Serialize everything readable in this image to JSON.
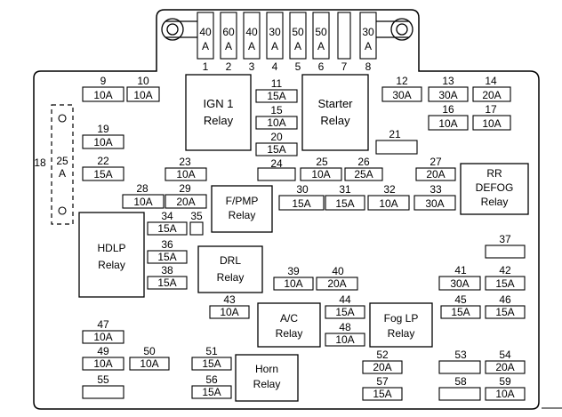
{
  "fuse_box": {
    "maxi_fuses": [
      {
        "id": "1",
        "rating": "40\nA"
      },
      {
        "id": "2",
        "rating": "60\nA"
      },
      {
        "id": "3",
        "rating": "40\nA"
      },
      {
        "id": "4",
        "rating": "30\nA"
      },
      {
        "id": "5",
        "rating": "50\nA"
      },
      {
        "id": "6",
        "rating": "50\nA"
      },
      {
        "id": "7",
        "rating": ""
      },
      {
        "id": "8",
        "rating": "30\nA"
      }
    ],
    "fuses": [
      {
        "id": "9",
        "rating": "10A"
      },
      {
        "id": "10",
        "rating": "10A"
      },
      {
        "id": "11",
        "rating": "15A"
      },
      {
        "id": "12",
        "rating": "30A"
      },
      {
        "id": "13",
        "rating": "30A"
      },
      {
        "id": "14",
        "rating": "20A"
      },
      {
        "id": "15",
        "rating": "10A"
      },
      {
        "id": "16",
        "rating": "10A"
      },
      {
        "id": "17",
        "rating": "10A"
      },
      {
        "id": "19",
        "rating": "10A"
      },
      {
        "id": "20",
        "rating": "15A"
      },
      {
        "id": "21",
        "rating": ""
      },
      {
        "id": "22",
        "rating": "15A"
      },
      {
        "id": "23",
        "rating": "10A"
      },
      {
        "id": "24",
        "rating": ""
      },
      {
        "id": "25",
        "rating": "10A"
      },
      {
        "id": "26",
        "rating": "25A"
      },
      {
        "id": "27",
        "rating": "20A"
      },
      {
        "id": "28",
        "rating": "10A"
      },
      {
        "id": "29",
        "rating": "20A"
      },
      {
        "id": "30",
        "rating": "15A"
      },
      {
        "id": "31",
        "rating": "15A"
      },
      {
        "id": "32",
        "rating": "10A"
      },
      {
        "id": "33",
        "rating": "30A"
      },
      {
        "id": "34",
        "rating": "15A"
      },
      {
        "id": "35",
        "rating": ""
      },
      {
        "id": "36",
        "rating": "15A"
      },
      {
        "id": "37",
        "rating": ""
      },
      {
        "id": "38",
        "rating": "15A"
      },
      {
        "id": "39",
        "rating": "10A"
      },
      {
        "id": "40",
        "rating": "20A"
      },
      {
        "id": "41",
        "rating": "30A"
      },
      {
        "id": "42",
        "rating": "15A"
      },
      {
        "id": "43",
        "rating": "10A"
      },
      {
        "id": "44",
        "rating": "15A"
      },
      {
        "id": "45",
        "rating": "15A"
      },
      {
        "id": "46",
        "rating": "15A"
      },
      {
        "id": "47",
        "rating": "10A"
      },
      {
        "id": "48",
        "rating": "10A"
      },
      {
        "id": "49",
        "rating": "10A"
      },
      {
        "id": "50",
        "rating": "10A"
      },
      {
        "id": "51",
        "rating": "15A"
      },
      {
        "id": "52",
        "rating": "20A"
      },
      {
        "id": "53",
        "rating": ""
      },
      {
        "id": "54",
        "rating": "20A"
      },
      {
        "id": "55",
        "rating": ""
      },
      {
        "id": "56",
        "rating": "15A"
      },
      {
        "id": "57",
        "rating": "15A"
      },
      {
        "id": "58",
        "rating": ""
      },
      {
        "id": "59",
        "rating": "10A"
      }
    ],
    "relays": [
      {
        "key": "ign1",
        "lines": [
          "IGN 1",
          "Relay"
        ]
      },
      {
        "key": "starter",
        "lines": [
          "Starter",
          "Relay"
        ]
      },
      {
        "key": "rr-defog",
        "lines": [
          "RR",
          "DEFOG",
          "Relay"
        ]
      },
      {
        "key": "fpmp",
        "lines": [
          "F/PMP",
          "Relay"
        ]
      },
      {
        "key": "hdlp",
        "lines": [
          "HDLP",
          "Relay"
        ]
      },
      {
        "key": "drl",
        "lines": [
          "DRL",
          "Relay"
        ]
      },
      {
        "key": "ac",
        "lines": [
          "A/C",
          "Relay"
        ]
      },
      {
        "key": "foglp",
        "lines": [
          "Fog LP",
          "Relay"
        ]
      },
      {
        "key": "horn",
        "lines": [
          "Horn",
          "Relay"
        ]
      }
    ],
    "connector": {
      "id": "18",
      "rating": "25\nA"
    }
  }
}
